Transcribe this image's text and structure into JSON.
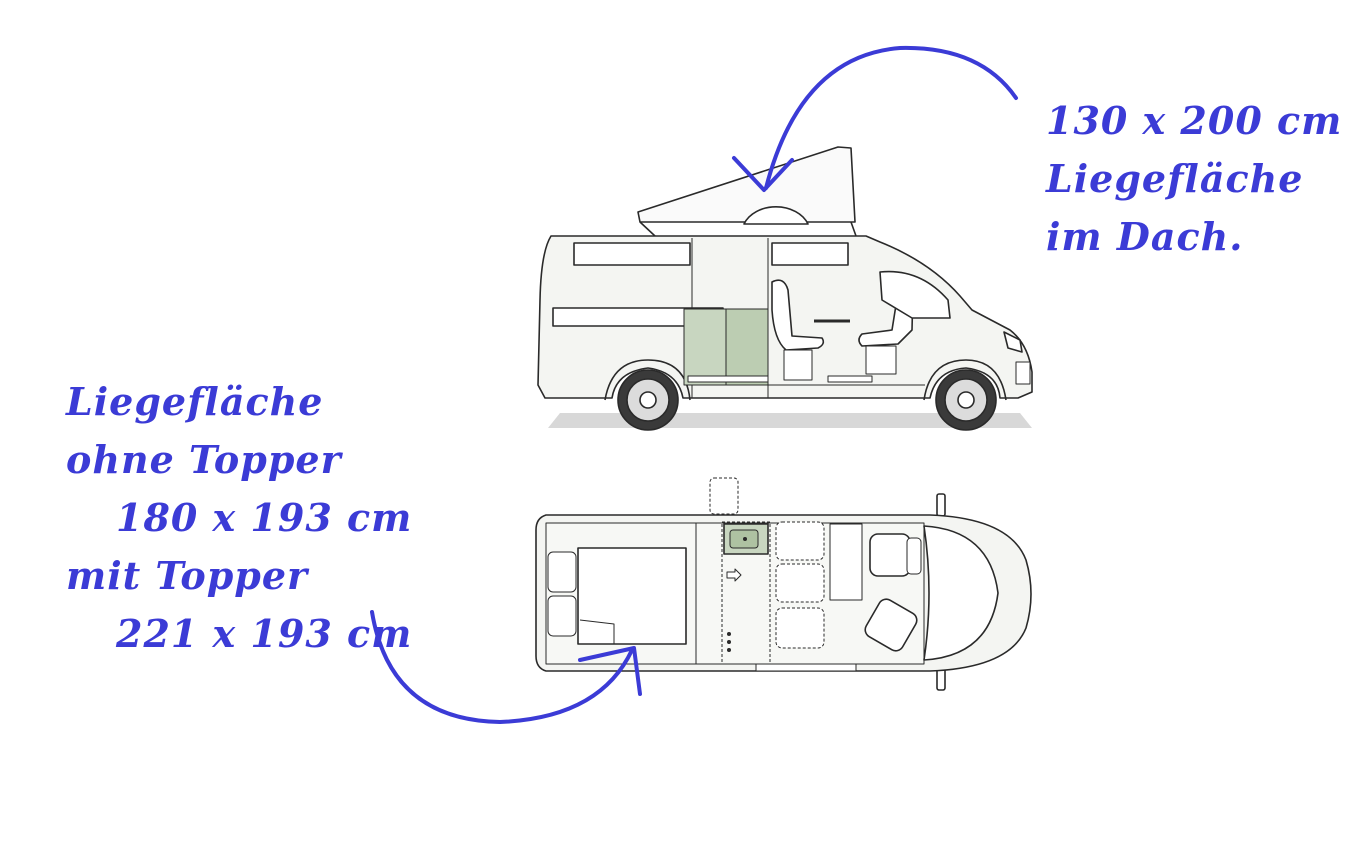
{
  "annotations": {
    "roof": {
      "lines": [
        "130 x 200 cm",
        "Liegefläche",
        "im Dach."
      ]
    },
    "bed": {
      "lines": [
        "Liegefläche",
        "ohne Topper",
        "180 x 193 cm",
        "mit Topper",
        "221 x 193 cm"
      ]
    }
  },
  "colors": {
    "annotation": "#3b3bd6",
    "outline": "#2a2a2a",
    "body_fill": "#f4f5f2",
    "furniture_green": "#c8d6c0",
    "ground_shadow": "#d8d8d8"
  },
  "icons": {
    "roof_arrow": "curved-arrow-icon",
    "bed_arrow": "curved-arrow-icon",
    "side_view": "camper-van-side-view",
    "top_view": "camper-van-floor-plan"
  }
}
